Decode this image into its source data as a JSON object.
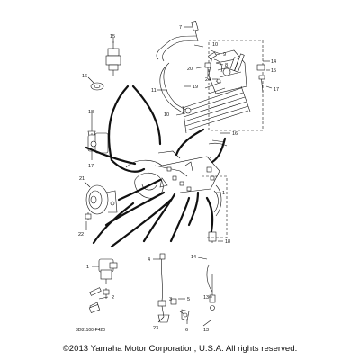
{
  "callouts": {
    "c7": "7",
    "c10a": "10",
    "c9": "9",
    "c8": "8",
    "c14": "14",
    "c20": "20",
    "c15": "15",
    "c24": "24",
    "c16a": "16",
    "c11": "11",
    "c19": "19",
    "c10b": "10",
    "c17a": "17",
    "c16b": "16",
    "c18a": "18",
    "c17b": "17",
    "c3": "3",
    "c21": "21",
    "c1a": "1",
    "c22": "22",
    "c18b": "18",
    "c14b": "14",
    "c1b": "1",
    "c4": "4",
    "c2": "2",
    "c5": "5",
    "c13a": "13",
    "c13b": "13",
    "c6": "6",
    "c23": "23"
  },
  "diagram_code": "3D81100-F420",
  "copyright": "©2013 Yamaha Motor Corporation, U.S.A. All rights reserved."
}
